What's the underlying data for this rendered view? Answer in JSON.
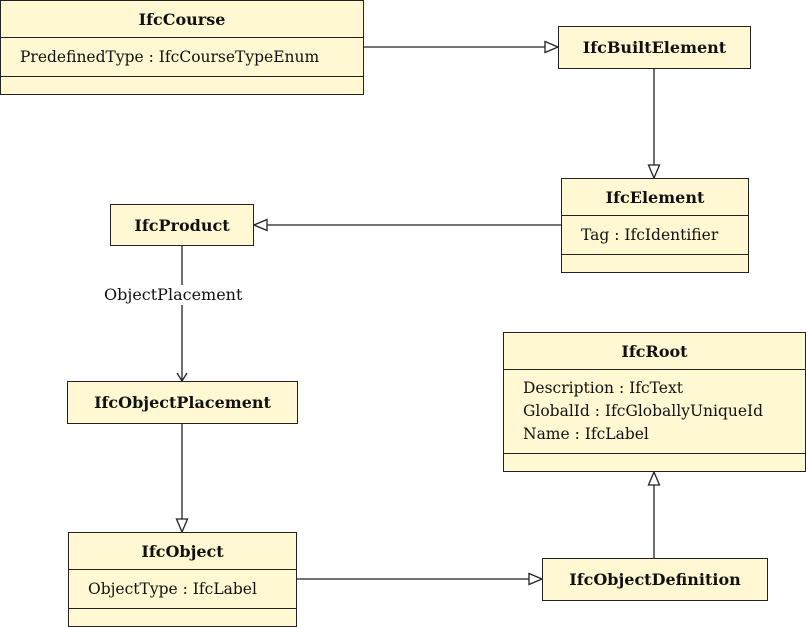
{
  "colors": {
    "class_fill": "#fff8d2",
    "line": "#222222",
    "background": "#ffffff"
  },
  "classes": {
    "ifc_course": {
      "name": "IfcCourse",
      "attributes": [
        "PredefinedType : IfcCourseTypeEnum"
      ]
    },
    "ifc_built_element": {
      "name": "IfcBuiltElement",
      "attributes": []
    },
    "ifc_element": {
      "name": "IfcElement",
      "attributes": [
        "Tag : IfcIdentifier"
      ]
    },
    "ifc_product": {
      "name": "IfcProduct",
      "attributes": []
    },
    "ifc_object_placement": {
      "name": "IfcObjectPlacement",
      "attributes": []
    },
    "ifc_root": {
      "name": "IfcRoot",
      "attributes": [
        "Description : IfcText",
        "GlobalId : IfcGloballyUniqueId",
        "Name : IfcLabel"
      ]
    },
    "ifc_object": {
      "name": "IfcObject",
      "attributes": [
        "ObjectType : IfcLabel"
      ]
    },
    "ifc_object_definition": {
      "name": "IfcObjectDefinition",
      "attributes": []
    }
  },
  "relationships": [
    {
      "from": "IfcCourse",
      "to": "IfcBuiltElement",
      "kind": "generalization",
      "label": ""
    },
    {
      "from": "IfcBuiltElement",
      "to": "IfcElement",
      "kind": "generalization",
      "label": ""
    },
    {
      "from": "IfcElement",
      "to": "IfcProduct",
      "kind": "generalization",
      "label": ""
    },
    {
      "from": "IfcProduct",
      "to": "IfcObjectPlacement",
      "kind": "association",
      "label": "ObjectPlacement"
    },
    {
      "from": "IfcObjectPlacement",
      "to": "IfcObject",
      "kind": "generalization",
      "label": ""
    },
    {
      "from": "IfcObject",
      "to": "IfcObjectDefinition",
      "kind": "generalization",
      "label": ""
    },
    {
      "from": "IfcObjectDefinition",
      "to": "IfcRoot",
      "kind": "generalization",
      "label": ""
    }
  ]
}
